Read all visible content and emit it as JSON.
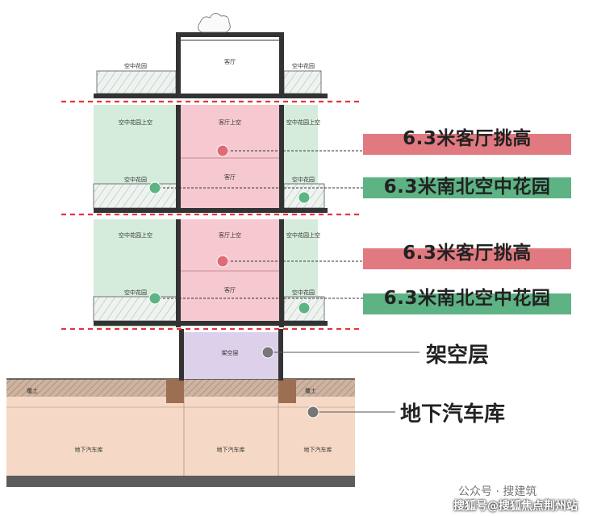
{
  "annotations": {
    "living_1": "6.3米客厅挑高",
    "garden_1": "6.3米南北空中花园",
    "living_2": "6.3米客厅挑高",
    "garden_2": "6.3米南北空中花园",
    "stilt": "架空层",
    "garage": "地下汽车库"
  },
  "drawing_labels": {
    "living_room": "客厅",
    "living_above": "客厅上空",
    "sky_garden": "空中花园",
    "sky_garden_above": "空中花园上空",
    "stilt_floor": "架空层",
    "soil": "覆土",
    "garage": "地下汽车库"
  },
  "watermark": {
    "account": "公众号 · 搜建筑",
    "source": "搜狐号@搜狐焦点荆州站"
  },
  "colors": {
    "red_banner": "#e07a80",
    "green_banner": "#5db384",
    "living_pink": "#f6c8cf",
    "garden_green": "#d5ecdc",
    "garage_tan": "#f5d9c6",
    "stilt_purple": "#ddd0ea",
    "dashed_red": "#e8333c"
  }
}
